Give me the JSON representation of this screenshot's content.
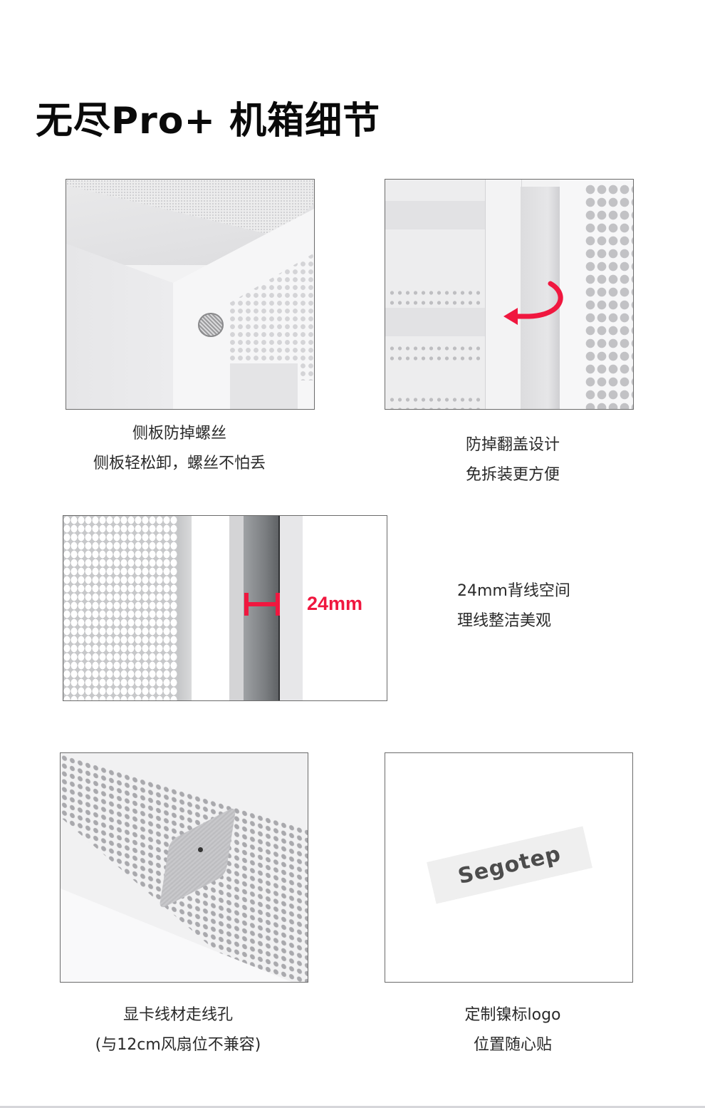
{
  "page": {
    "title": "无尽Pro+ 机箱细节",
    "accent_color": "#f0173f"
  },
  "features": [
    {
      "id": "side-panel-screw",
      "image_alt": "侧板手拧螺丝特写",
      "caption_lines": [
        "侧板防掉螺丝",
        "侧板轻松卸，螺丝不怕丢"
      ]
    },
    {
      "id": "flip-cover",
      "image_alt": "翻盖设计特写，带红色旋转箭头",
      "caption_lines": [
        "防掉翻盖设计",
        "免拆装更方便"
      ]
    },
    {
      "id": "cable-space",
      "image_alt": "背线空间尺寸示意",
      "annotation": "24mm",
      "caption_lines": [
        "24mm背线空间",
        "理线整洁美观"
      ]
    },
    {
      "id": "gpu-cable-hole",
      "image_alt": "顶部网孔与显卡走线孔",
      "caption_lines": [
        "显卡线材走线孔",
        "(与12cm风扇位不兼容)"
      ]
    },
    {
      "id": "custom-logo",
      "image_alt": "定制镍标logo",
      "logo_text": "Segotep",
      "caption_lines": [
        "定制镍标logo",
        "位置随心贴"
      ]
    }
  ]
}
